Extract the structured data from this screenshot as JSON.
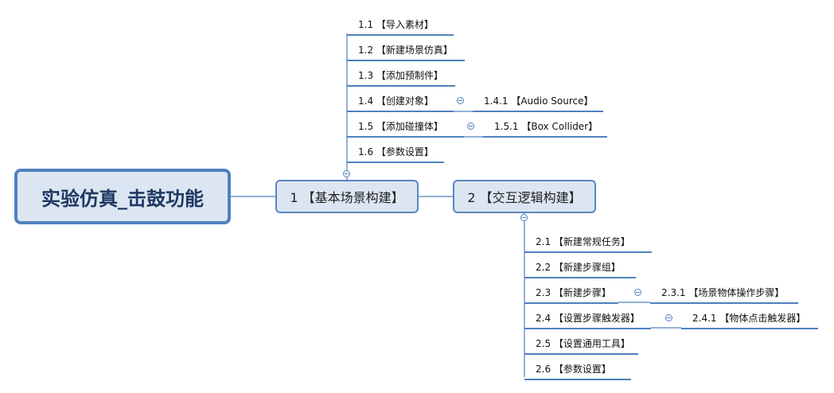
{
  "root": {
    "label": "实验仿真_击鼓功能"
  },
  "branches": [
    {
      "label": "1 【基本场景构建】",
      "children": [
        {
          "label": "1.1 【导入素材】"
        },
        {
          "label": "1.2 【新建场景仿真】"
        },
        {
          "label": "1.3 【添加预制件】"
        },
        {
          "label": "1.4 【创建对象】",
          "child": "1.4.1 【Audio Source】"
        },
        {
          "label": "1.5 【添加碰撞体】",
          "child": "1.5.1 【Box Collider】"
        },
        {
          "label": "1.6 【参数设置】"
        }
      ]
    },
    {
      "label": "2 【交互逻辑构建】",
      "children": [
        {
          "label": "2.1 【新建常规任务】"
        },
        {
          "label": "2.2 【新建步骤组】"
        },
        {
          "label": "2.3 【新建步骤】",
          "child": "2.3.1 【场景物体操作步骤】"
        },
        {
          "label": "2.4 【设置步骤触发器】",
          "child": "2.4.1 【物体点击触发器】"
        },
        {
          "label": "2.5 【设置通用工具】"
        },
        {
          "label": "2.6 【参数设置】"
        }
      ]
    }
  ]
}
